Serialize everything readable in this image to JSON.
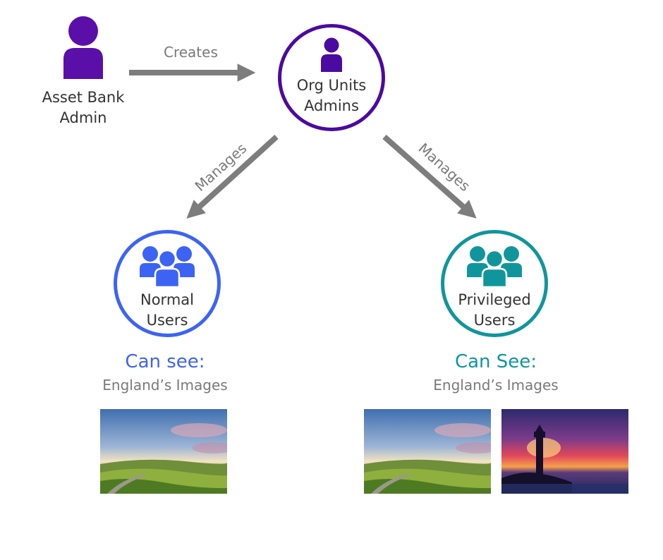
{
  "nodes": {
    "admin": {
      "label_line1": "Asset Bank",
      "label_line2": "Admin",
      "color": "#5a0fa8"
    },
    "org": {
      "label_line1": "Org Units",
      "label_line2": "Admins",
      "color": "#4b0aa0"
    },
    "normal": {
      "label_line1": "Normal",
      "label_line2": "Users",
      "color": "#3d63f5"
    },
    "privileged": {
      "label_line1": "Privileged",
      "label_line2": "Users",
      "color": "#11959c"
    }
  },
  "edges": {
    "creates": "Creates",
    "manages_left": "Manages",
    "manages_right": "Manages",
    "arrow_color": "#7d7d7d"
  },
  "access": {
    "normal": {
      "heading": "Can see:",
      "text": "England’s Images",
      "images": [
        "countryside-landscape"
      ]
    },
    "privileged": {
      "heading": "Can See:",
      "text": "England’s Images",
      "images": [
        "countryside-landscape",
        "lighthouse-sunset"
      ]
    }
  }
}
